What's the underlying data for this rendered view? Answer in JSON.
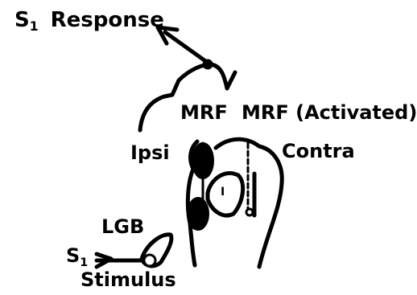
{
  "labels": {
    "s1_symbol": "S",
    "s1_subscript": "1",
    "response": "Response",
    "mrf_left": "MRF",
    "mrf_right": "MRF (Activated)",
    "ipsi": "Ipsi",
    "contra": "Contra",
    "lgb": "LGB",
    "stim_symbol": "S",
    "stim_subscript": "1",
    "stimulus": "Stimulus",
    "center_mark": "I"
  },
  "colors": {
    "ink": "#000000",
    "background": "#ffffff"
  }
}
